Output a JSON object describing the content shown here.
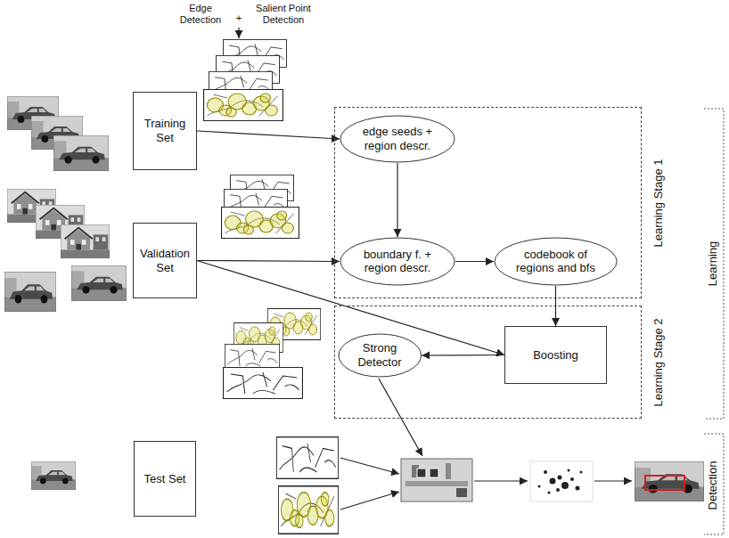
{
  "diagram": {
    "nodes": [
      {
        "text": [
          "Training Set"
        ]
      },
      {
        "text": [
          "Learning Stage 1"
        ]
      },
      {
        "text": [
          "edge seeds + region descr."
        ],
        "in": 1
      },
      {
        "text": [
          "Validation Set"
        ]
      },
      {
        "text": [
          "boundary f. + region descr."
        ],
        "in": 1
      },
      {
        "text": [
          "codebook of regions and bfs"
        ],
        "in": 1
      },
      {
        "text": [
          "Learning Stage 2"
        ]
      },
      {
        "text": [
          "Strong Detector"
        ],
        "in": 6
      },
      {
        "text": [
          "Boosting"
        ],
        "in": 6
      },
      {
        "text": [
          "Test Set"
        ]
      }
    ],
    "edges": [
      {
        "from": 0,
        "to": 2,
        "arrow": "to"
      },
      {
        "from": 2,
        "to": 4,
        "arrow": "to"
      },
      {
        "from": 3,
        "to": 4,
        "arrow": "to"
      },
      {
        "from": 3,
        "to": 8,
        "arrow": "to"
      },
      {
        "from": 4,
        "to": 5,
        "arrow": "to"
      },
      {
        "from": 5,
        "to": 8,
        "arrow": "to"
      },
      {
        "from": 8,
        "to": 7,
        "arrow": "to"
      }
    ],
    "labels": [
      "Edge Detection",
      "+",
      "Salient Point Detection",
      "Learning",
      "Detection"
    ]
  }
}
